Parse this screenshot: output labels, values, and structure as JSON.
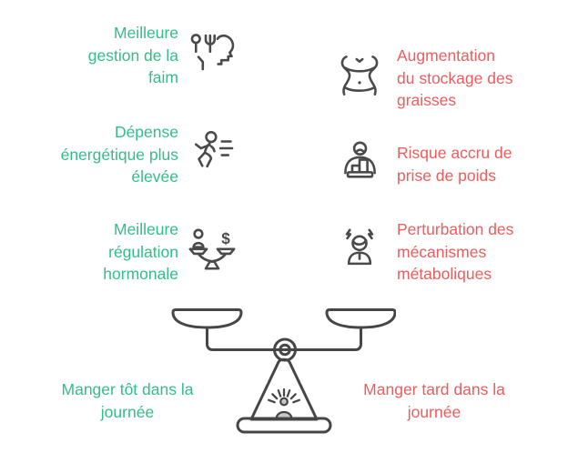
{
  "colors": {
    "green": "#32bf87",
    "red": "#ee5c5b",
    "icon_stroke": "#4a4a4a",
    "outline": "#464646",
    "pan_green_top": "#7aeeb5",
    "pan_green_bottom": "#41d78b",
    "pan_red_top": "#ff9a94",
    "pan_red_bottom": "#f8696a",
    "metal_light": "#d8d8d8",
    "metal_dark": "#bfbfbf",
    "platform_gray": "#c9c9c9"
  },
  "left_column": {
    "items": [
      {
        "icon": "head-nutrition-icon",
        "lines": [
          "Meilleure",
          "gestion de la",
          "faim"
        ]
      },
      {
        "icon": "runner-icon",
        "lines": [
          "Dépense",
          "énergétique plus",
          "élevée"
        ]
      },
      {
        "icon": "hormone-balance-icon",
        "symbol": "$",
        "lines": [
          "Meilleure",
          "régulation",
          "hormonale"
        ]
      }
    ]
  },
  "right_column": {
    "items": [
      {
        "icon": "belly-icon",
        "lines": [
          "Augmentation",
          "du stockage des",
          "graisses"
        ]
      },
      {
        "icon": "weight-gain-person-icon",
        "lines": [
          "Risque accru de",
          "prise de poids"
        ]
      },
      {
        "icon": "stressed-person-icon",
        "lines": [
          "Perturbation des",
          "mécanismes",
          "métaboliques"
        ]
      }
    ]
  },
  "scale": {
    "left_label_lines": [
      "Manger tôt dans la",
      "journée"
    ],
    "right_label_lines": [
      "Manger tard dans la",
      "journée"
    ]
  }
}
